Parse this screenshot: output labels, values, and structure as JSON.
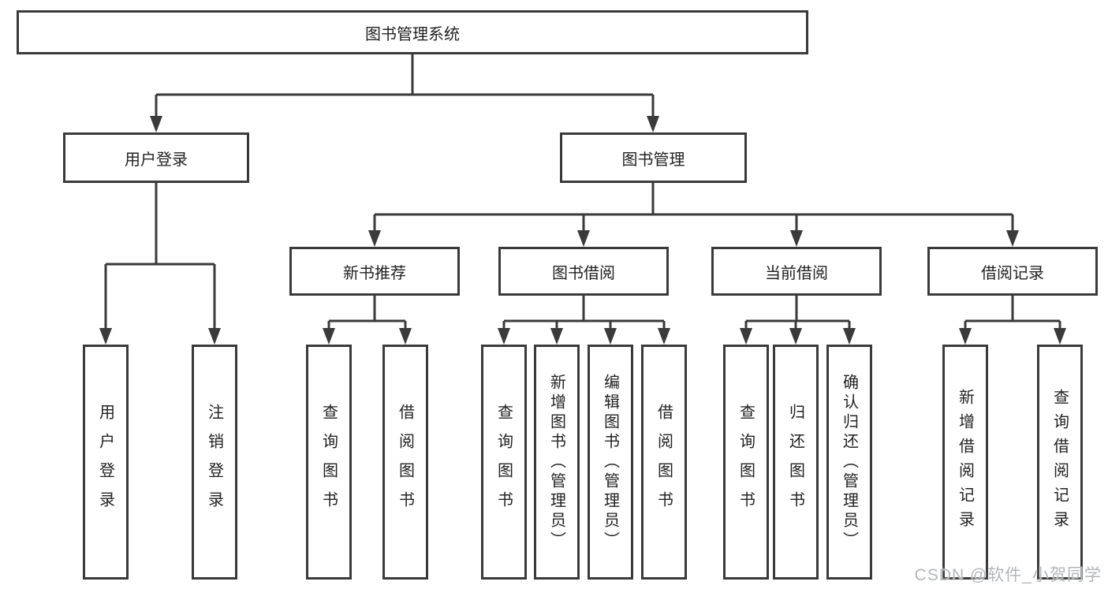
{
  "tree": {
    "root": {
      "label": "图书管理系统"
    },
    "branches": [
      {
        "label": "用户登录",
        "children": [
          {
            "label": "用户登录"
          },
          {
            "label": "注销登录"
          }
        ]
      },
      {
        "label": "图书管理",
        "children": [
          {
            "label": "新书推荐",
            "children": [
              {
                "label": "查询图书"
              },
              {
                "label": "借阅图书"
              }
            ]
          },
          {
            "label": "图书借阅",
            "children": [
              {
                "label": "查询图书"
              },
              {
                "label": "新增图书（管理员）"
              },
              {
                "label": "编辑图书（管理员）"
              },
              {
                "label": "借阅图书"
              }
            ]
          },
          {
            "label": "当前借阅",
            "children": [
              {
                "label": "查询图书"
              },
              {
                "label": "归还图书"
              },
              {
                "label": "确认归还（管理员）"
              }
            ]
          },
          {
            "label": "借阅记录",
            "children": [
              {
                "label": "新增借阅记录"
              },
              {
                "label": "查询借阅记录"
              }
            ]
          }
        ]
      }
    ]
  },
  "watermark": "CSDN @软件_小贺同学",
  "colors": {
    "line": "#3a3a3a",
    "border": "#3a3a3a",
    "text": "#222222",
    "background": "#ffffff",
    "watermark": "#b3b6b9"
  }
}
